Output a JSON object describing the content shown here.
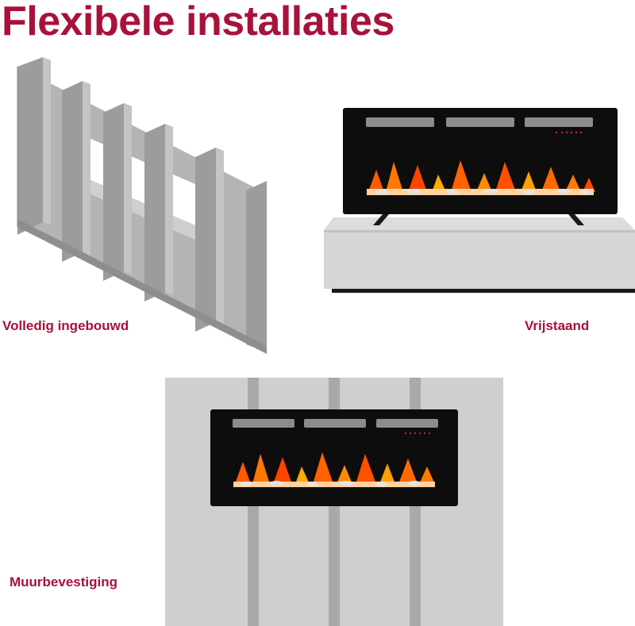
{
  "heading": "Flexibele installaties",
  "options": {
    "built_in": "Volledig ingebouwd",
    "freestanding": "Vrijstaand",
    "wall_mount": "Muurbevestiging"
  },
  "colors": {
    "brand_red": "#a8123a",
    "wall_grey": "#a9a9a9",
    "fireplace_black": "#0d0d0d",
    "flame_orange": "#ff6a00"
  }
}
